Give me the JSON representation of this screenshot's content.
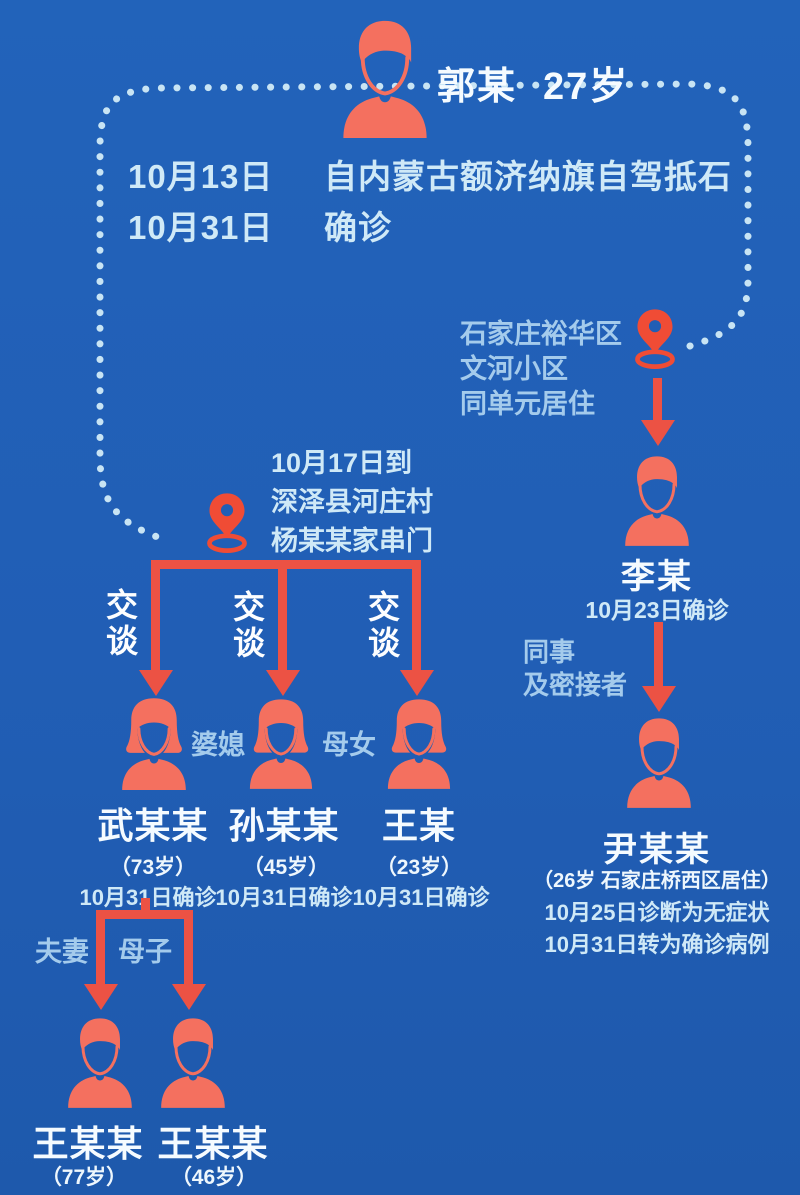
{
  "colors": {
    "background": "#215eb5",
    "person_icon": "#f4705f",
    "arrow_red": "#ec5244",
    "pin_red": "#f04c35",
    "dotted_route": "#c8e4f4",
    "text_white": "#f5fbff",
    "text_date": "#cfe9f7",
    "text_label": "#a4cbec"
  },
  "icons": {
    "index_case": "masked-man-icon",
    "li": "masked-man-icon",
    "yin": "masked-man-icon",
    "contacts": "masked-woman-icon",
    "family": "masked-man-icon",
    "locations": "location-pin-icon"
  },
  "index_case": {
    "name": "郭某",
    "age": "27岁",
    "events": [
      {
        "date": "10月13日",
        "desc": "自内蒙古额济纳旗自驾抵石"
      },
      {
        "date": "10月31日",
        "desc": "确诊"
      }
    ]
  },
  "right_chain": {
    "location_lines": [
      "石家庄裕华区",
      "文河小区",
      "同单元居住"
    ],
    "li": {
      "name": "李某",
      "status": "10月23日确诊"
    },
    "relation_lines": [
      "同事",
      "及密接者"
    ],
    "yin": {
      "name": "尹某某",
      "detail": "（26岁 石家庄桥西区居住）",
      "status1": "10月25日诊断为无症状",
      "status2": "10月31日转为确诊病例"
    }
  },
  "left_chain": {
    "visit_lines": [
      "10月17日到",
      "深泽县河庄村",
      "杨某某家串门"
    ],
    "talk_label": "交谈",
    "relation_between_1_2": "婆媳",
    "relation_between_2_3": "母女",
    "contacts": [
      {
        "name": "武某某",
        "age": "（73岁）",
        "status": "10月31日确诊"
      },
      {
        "name": "孙某某",
        "age": "（45岁）",
        "status": "10月31日确诊"
      },
      {
        "name": "王某",
        "age": "（23岁）",
        "status": "10月31日确诊"
      }
    ],
    "family": {
      "relations": [
        "夫妻",
        "母子"
      ],
      "members": [
        {
          "name": "王某某",
          "age": "（77岁）"
        },
        {
          "name": "王某某",
          "age": "（46岁）"
        }
      ]
    }
  }
}
